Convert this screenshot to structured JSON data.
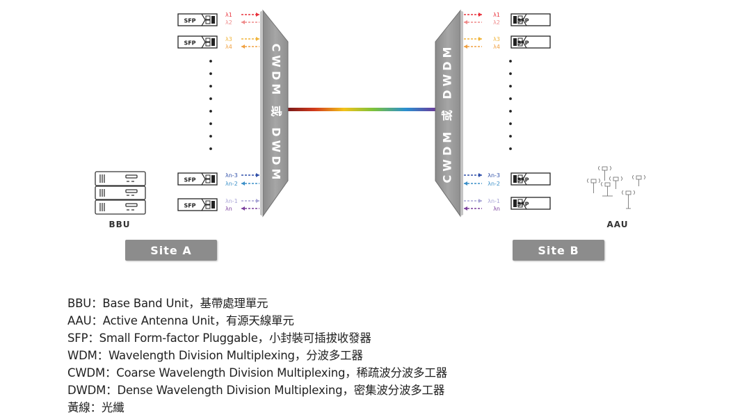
{
  "sites": {
    "a": {
      "label": "Site A",
      "device_label": "BBU"
    },
    "b": {
      "label": "Site B",
      "device_label": "AAU"
    }
  },
  "sfp_label": "SFP",
  "mux_label": "CWDM 或 DWDM",
  "wavelengths": {
    "l1": "λ1",
    "l2": "λ2",
    "l3": "λ3",
    "l4": "λ4",
    "ln3": "λn-3",
    "ln2": "λn-2",
    "ln1": "λn-1",
    "ln": "λn"
  },
  "colors": {
    "l1": "#e8303a",
    "l2": "#ef8a8a",
    "l3": "#f0b43a",
    "l4": "#f0a040",
    "ln3": "#2f4fa8",
    "ln2": "#3a8fc8",
    "ln1": "#a8a4d6",
    "ln": "#7a3f9c",
    "mux_fill": "#9e9e9e",
    "site_button": "#8c8c8c"
  },
  "legend": [
    "BBU：Base Band Unit，基帶處理單元",
    "AAU：Active Antenna Unit，有源天線單元",
    "SFP：Small Form-factor Pluggable，小封裝可插拔收發器",
    "WDM：Wavelength Division Multiplexing，分波多工器",
    "CWDM：Coarse Wavelength Division Multiplexing，稀疏波分波多工器",
    "DWDM：Dense Wavelength Division Multiplexing，密集波分波多工器",
    "黃線：光纖"
  ]
}
